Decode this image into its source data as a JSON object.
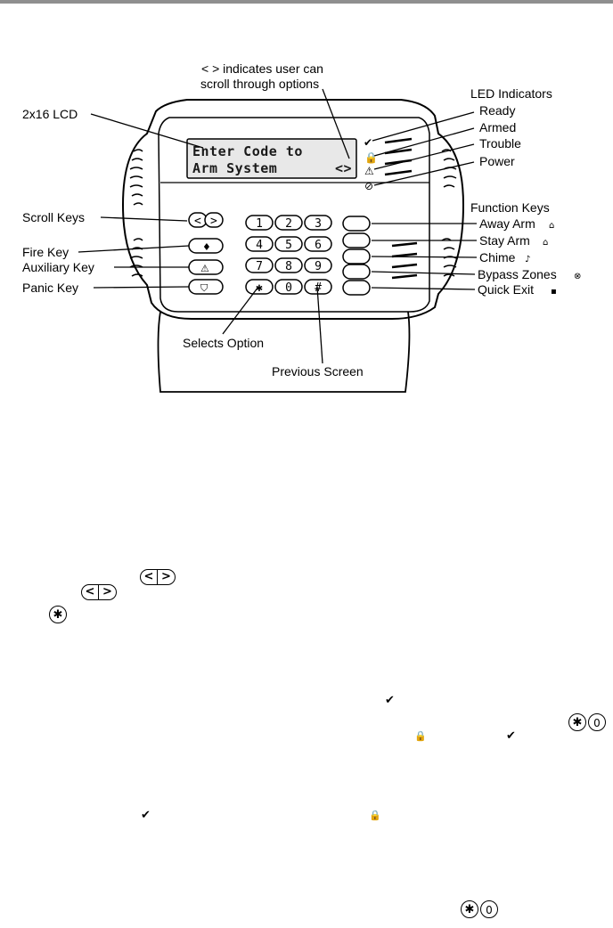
{
  "diagram": {
    "note_line1": "< > indicates user can",
    "note_line2": "scroll through options",
    "lcd_label": "2x16 LCD",
    "lcd_line1": "Enter Code to",
    "lcd_line2": "Arm System",
    "lcd_scroll_symbol": "<>",
    "led_title": "LED Indicators",
    "led_ready": "Ready",
    "led_armed": "Armed",
    "led_trouble": "Trouble",
    "led_power": "Power",
    "fk_title": "Function Keys",
    "fk_away": "Away Arm",
    "fk_stay": "Stay Arm",
    "fk_chime": "Chime",
    "fk_bypass": "Bypass Zones",
    "fk_quick": "Quick Exit",
    "scroll_keys": "Scroll Keys",
    "fire_key": "Fire Key",
    "aux_key": "Auxiliary Key",
    "panic_key": "Panic Key",
    "selects_option": "Selects Option",
    "previous_screen": "Previous Screen",
    "keys": [
      "1",
      "2",
      "3",
      "4",
      "5",
      "6",
      "7",
      "8",
      "9",
      "✱",
      "0",
      "#"
    ],
    "scroll_left": "<",
    "scroll_right": ">"
  },
  "body_glyphs": {
    "scroll_left": "<",
    "scroll_right": ">",
    "star": "✱",
    "zero": "0",
    "check": "✔",
    "lock": "🔒"
  },
  "colors": {
    "topbar": "#8f8f8f",
    "ink": "#000000"
  }
}
